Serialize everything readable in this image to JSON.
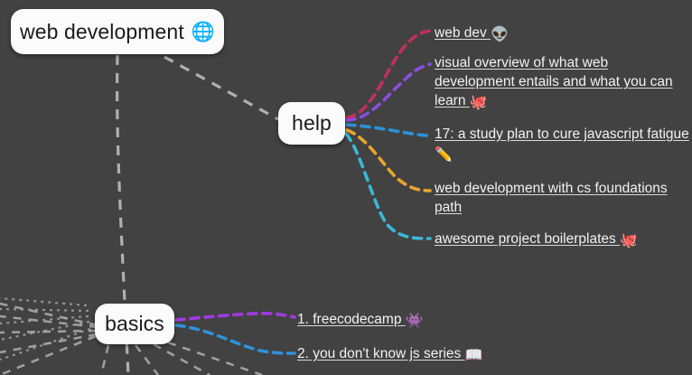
{
  "app": {
    "type": "mindmap",
    "background_color": "#424242",
    "node_bg_color": "#fbfbfb",
    "node_text_color": "#1b1b1b",
    "leaf_text_color": "#f2f2f2",
    "tree_link_color": "#b0b0b0"
  },
  "root": {
    "label": "web development",
    "emoji": "🌐",
    "emoji_name": "globe-icon"
  },
  "nodes": [
    {
      "id": "help",
      "label": "help"
    },
    {
      "id": "basics",
      "label": "basics"
    }
  ],
  "branches": {
    "help": [
      {
        "id": "webdev",
        "text": "web dev ",
        "emoji": "👽",
        "emoji_name": "reddit-icon",
        "color": "#c2305c"
      },
      {
        "id": "visual",
        "text": "visual overview of what web development entails and what you can learn ",
        "emoji": "🐙",
        "emoji_name": "github-octocat-icon",
        "color": "#8b4ede"
      },
      {
        "id": "study17",
        "text": "17: a study plan to cure javascript fatigue ",
        "emoji": "✏️",
        "emoji_name": "pencil-icon",
        "color": "#2f90d8"
      },
      {
        "id": "csfoundations",
        "text": "web development with cs foundations path",
        "emoji": "",
        "emoji_name": "",
        "color": "#e8a42c"
      },
      {
        "id": "boilerplates",
        "text": "awesome project boilerplates ",
        "emoji": "🐙",
        "emoji_name": "github-octocat-icon",
        "color": "#3bb8d8"
      }
    ],
    "basics": [
      {
        "id": "freecodecamp",
        "text": "1. freecodecamp ",
        "emoji": "👾",
        "emoji_name": "alien-monster-icon",
        "color": "#a13ae0"
      },
      {
        "id": "ydkjs",
        "text": "2. you don't know js series ",
        "emoji": "📖",
        "emoji_name": "open-book-icon",
        "color": "#2f90d8"
      }
    ]
  }
}
